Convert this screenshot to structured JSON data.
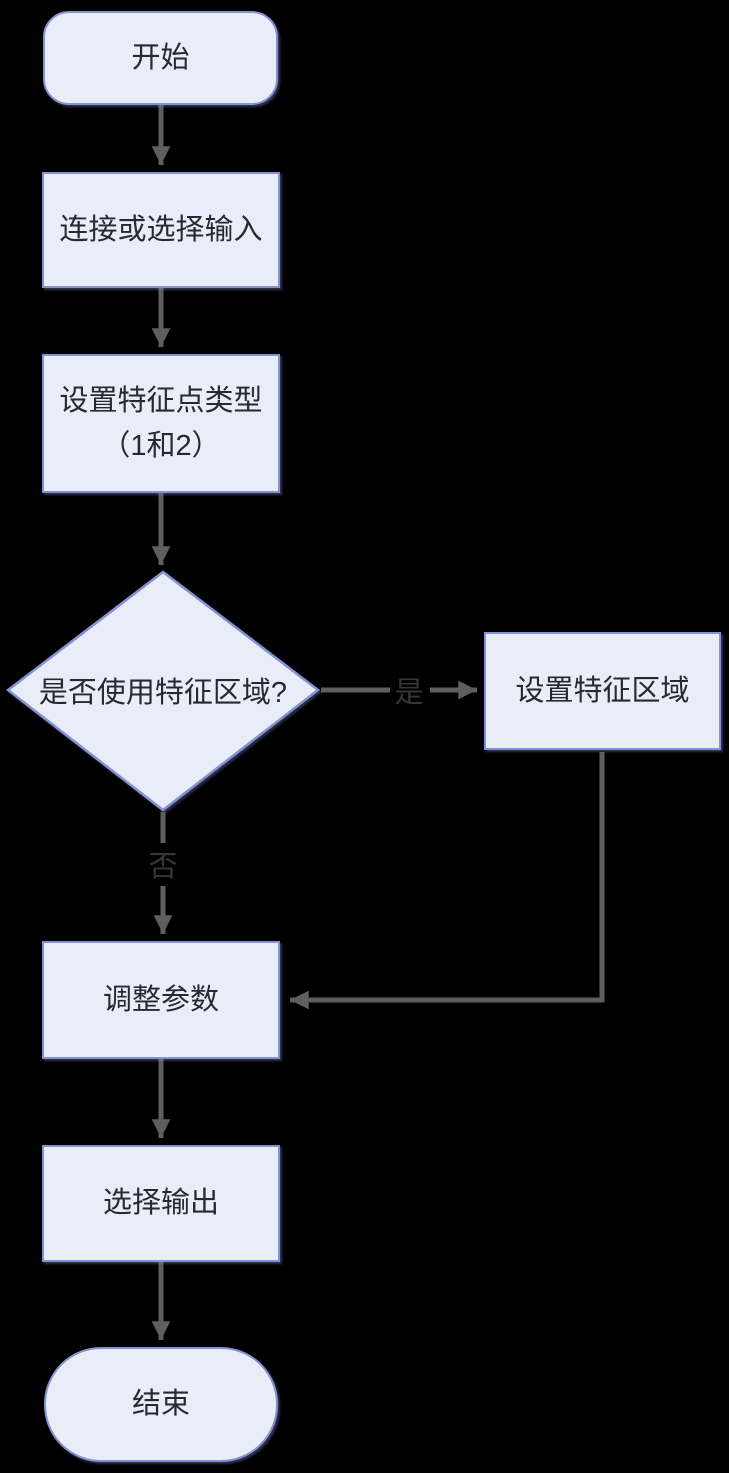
{
  "diagram": {
    "type": "flowchart",
    "background_color": "#000000",
    "node_fill_color": "#e9edf8",
    "node_border_color": "#8591d5",
    "arrow_color": "#5e5e5e",
    "text_color": "#28282e",
    "nodes": {
      "start": {
        "label": "开始",
        "shape": "terminator"
      },
      "input": {
        "label": "连接或选择输入",
        "shape": "process"
      },
      "set_type": {
        "label_line1": "设置特征点类型",
        "label_line2": "（1和2）",
        "shape": "process"
      },
      "decision": {
        "label": "是否使用特征区域?",
        "shape": "decision"
      },
      "set_region": {
        "label": "设置特征区域",
        "shape": "process"
      },
      "adjust": {
        "label": "调整参数",
        "shape": "process"
      },
      "output": {
        "label": "选择输出",
        "shape": "process"
      },
      "end": {
        "label": "结束",
        "shape": "terminator"
      }
    },
    "edges": {
      "yes_label": "是",
      "no_label": "否"
    }
  }
}
